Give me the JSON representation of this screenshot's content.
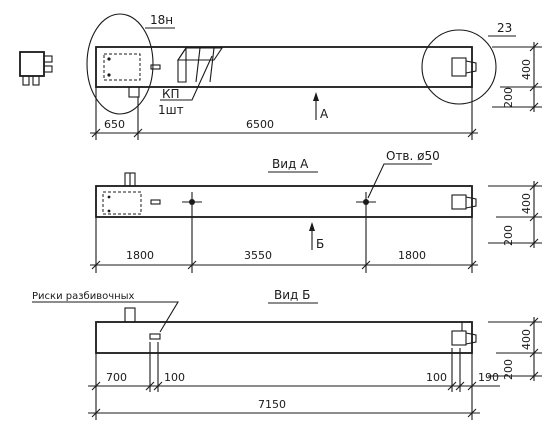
{
  "labels": {
    "mark_18n": "18н",
    "mark_23": "23",
    "kp": "КП",
    "kp_qty": "1шт",
    "view_a_arrow": "А",
    "view_a_title": "Вид А",
    "hole": "Отв. ø50",
    "view_b_arrow": "Б",
    "risks": "Риски разбивочных",
    "view_b_title": "Вид Б"
  },
  "dimensions": {
    "top_650": "650",
    "top_6500": "6500",
    "top_400": "400",
    "top_200": "200",
    "mid_1800_left": "1800",
    "mid_3550": "3550",
    "mid_1800_right": "1800",
    "mid_400": "400",
    "mid_200": "200",
    "bot_700": "700",
    "bot_100_left": "100",
    "bot_100_right": "100",
    "bot_190": "190",
    "bot_7150": "7150",
    "bot_400": "400",
    "bot_200": "200"
  }
}
